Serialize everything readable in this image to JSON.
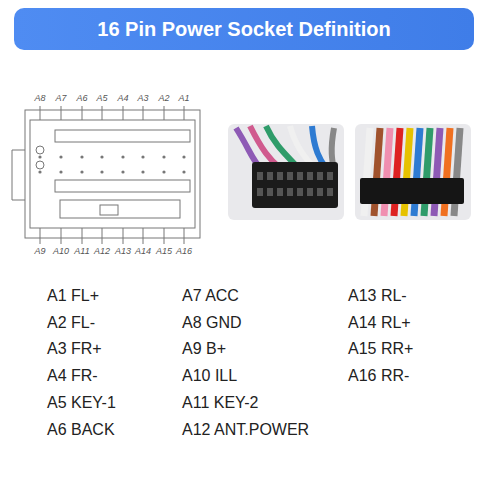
{
  "diagram": {
    "title": "16 Pin Power Socket Definition",
    "labels": [
      "A8",
      "A7",
      "A6",
      "A5",
      "A4",
      "A3",
      "A2",
      "A1",
      "A9",
      "A10",
      "A11",
      "A12",
      "A13",
      "A14",
      "A15",
      "A16",
      "A1 FL+",
      "A2 FL-",
      "A3 FR+",
      "A4 FR-",
      "A5 KEY-1",
      "A6 BACK",
      "A7 ACC",
      "A8 GND",
      "A9 B+",
      "A10 ILL",
      "A11 KEY-2",
      "A12 ANT.POWER",
      "A13 RL-",
      "A14 RL+",
      "A15 RR+",
      "A16 RR-"
    ]
  }
}
